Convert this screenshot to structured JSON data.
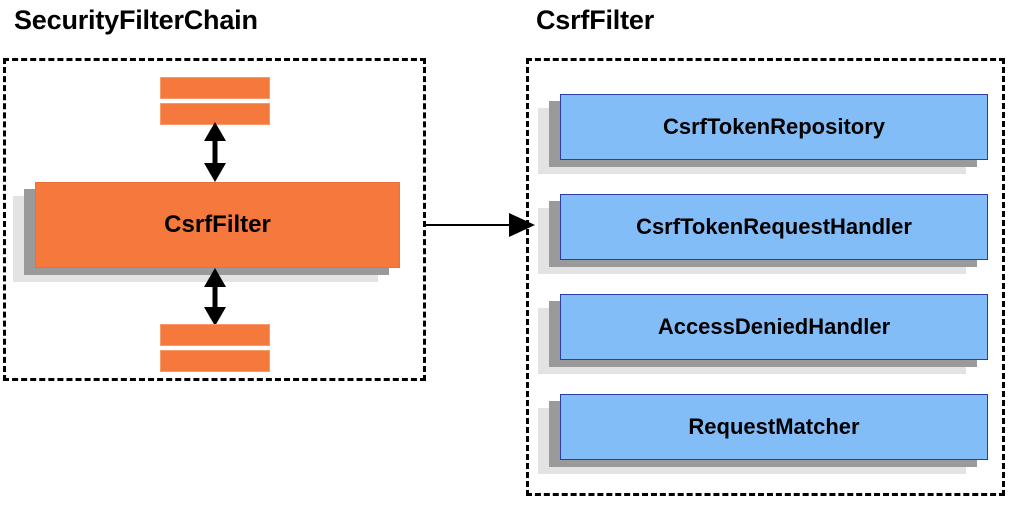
{
  "diagram": {
    "type": "component-relationship-diagram",
    "background": "#ffffff",
    "colors": {
      "filter_orange": "#f5783c",
      "collaborator_blue": "#82bdf8",
      "shadow_mid_gray": "#9a9a9a",
      "shadow_back_gray": "#e3e3e3",
      "outline_black": "#000000",
      "blue_border": "#2c3fa0"
    }
  },
  "left_panel": {
    "title": "SecurityFilterChain",
    "main_component": {
      "label": "CsrfFilter"
    },
    "filter_bars_above_count": 2,
    "filter_bars_below_count": 2,
    "arrows": [
      {
        "name": "chain-link-above",
        "direction": "bidirectional-vertical"
      },
      {
        "name": "chain-link-below",
        "direction": "bidirectional-vertical"
      }
    ]
  },
  "connector": {
    "name": "zoom-into-csrf-filter",
    "direction": "left-to-right",
    "label": ""
  },
  "right_panel": {
    "title": "CsrfFilter",
    "collaborators": [
      {
        "label": "CsrfTokenRepository"
      },
      {
        "label": "CsrfTokenRequestHandler"
      },
      {
        "label": "AccessDeniedHandler"
      },
      {
        "label": "RequestMatcher"
      }
    ]
  }
}
